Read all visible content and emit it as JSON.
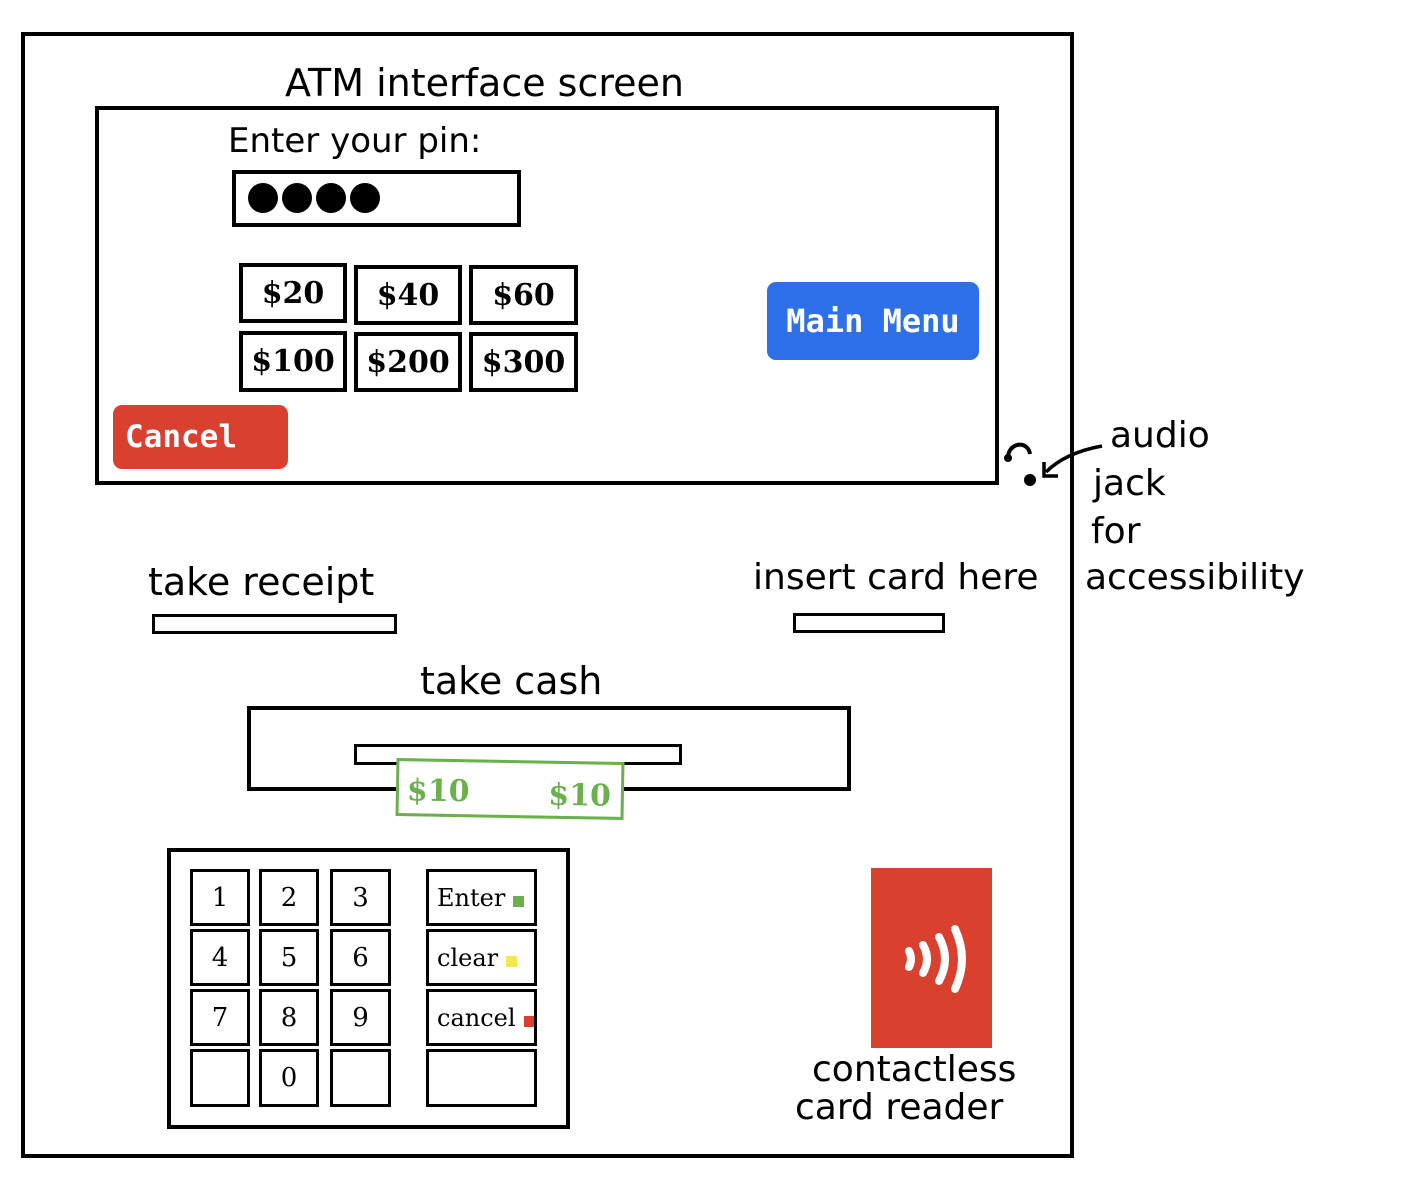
{
  "screen_title": "ATM interface screen",
  "pin": {
    "label": "Enter your pin:",
    "dots": 4
  },
  "amounts": [
    "$20",
    "$40",
    "$60",
    "$100",
    "$200",
    "$300"
  ],
  "main_menu": "Main Menu",
  "cancel": "Cancel",
  "audio_jack": {
    "lines": [
      "audio",
      "jack",
      "for",
      "accessibility"
    ]
  },
  "receipt": "take receipt",
  "card_slot": "insert card here",
  "cash": {
    "label": "take cash",
    "bill_left": "$10",
    "bill_right": "$10"
  },
  "keypad": {
    "keys": [
      "1",
      "2",
      "3",
      "4",
      "5",
      "6",
      "7",
      "8",
      "9",
      "",
      "0",
      ""
    ],
    "enter": "Enter",
    "clear": "clear",
    "cancel": "cancel"
  },
  "contactless": {
    "line1": "contactless",
    "line2": "card reader"
  },
  "colors": {
    "blue": "#2f6fe8",
    "red": "#d94030",
    "green": "#6ab04c",
    "yellow": "#f5e84a",
    "reader": "#d9412e"
  },
  "icons": {
    "audio_jack": "headphone-icon",
    "contactless": "contactless-icon"
  }
}
